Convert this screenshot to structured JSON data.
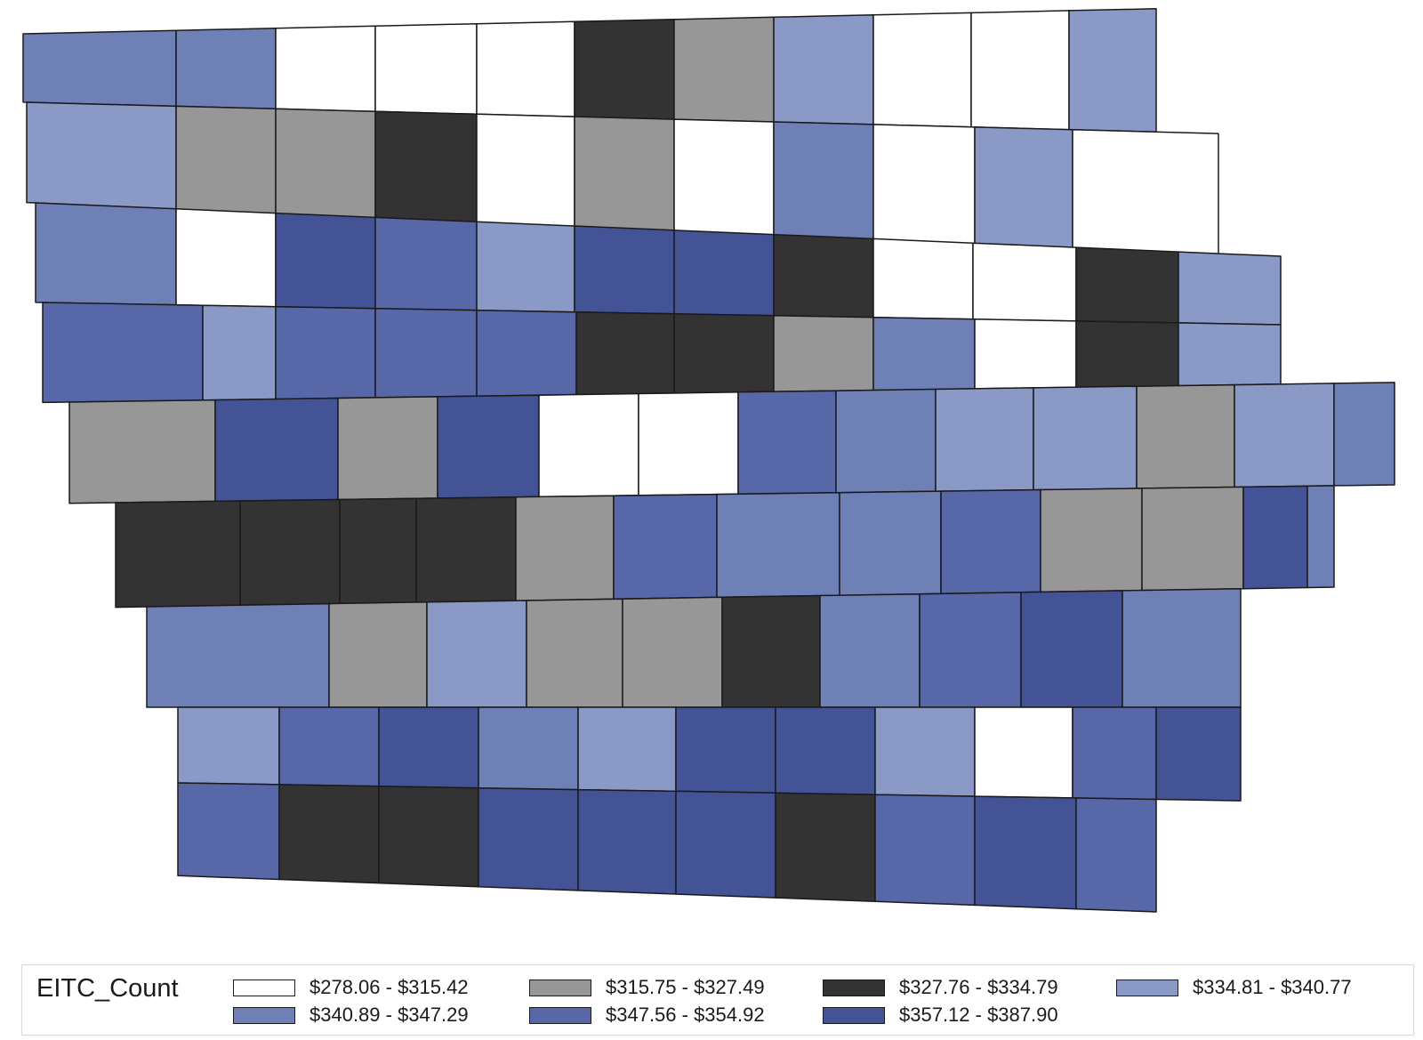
{
  "legend": {
    "title": "EITC_Count",
    "classes": [
      {
        "label": "$278.06 - $315.42",
        "color": "#ffffff"
      },
      {
        "label": "$315.75 - $327.49",
        "color": "#979797"
      },
      {
        "label": "$327.76 - $334.79",
        "color": "#333333"
      },
      {
        "label": "$334.81 - $340.77",
        "color": "#8b99c6"
      },
      {
        "label": "$340.89 - $347.29",
        "color": "#6e80b6"
      },
      {
        "label": "$347.56 - $354.92",
        "color": "#5867a8"
      },
      {
        "label": "$357.12 - $387.90",
        "color": "#435396"
      }
    ]
  },
  "map": {
    "counties": [
      {
        "row": 1,
        "cells": [
          4,
          4,
          0,
          0,
          0,
          2,
          1,
          3,
          0,
          0,
          3
        ]
      },
      {
        "row": 2,
        "cells": [
          3,
          1,
          1,
          2,
          0,
          1,
          0,
          4,
          0,
          3,
          0
        ]
      },
      {
        "row": 3,
        "cells": [
          4,
          0,
          6,
          5,
          3,
          6,
          6,
          2,
          0,
          0,
          2,
          3
        ]
      },
      {
        "row": 4,
        "cells": [
          5,
          3,
          5,
          5,
          5,
          2,
          2,
          1,
          4,
          0,
          2,
          3
        ]
      },
      {
        "row": 5,
        "cells": [
          1,
          6,
          1,
          6,
          0,
          0,
          5,
          4,
          3,
          3,
          1,
          3,
          4
        ]
      },
      {
        "row": 6,
        "cells": [
          2,
          2,
          2,
          2,
          1,
          5,
          4,
          4,
          5,
          1,
          1,
          6,
          4
        ]
      },
      {
        "row": 7,
        "cells": [
          4,
          1,
          3,
          1,
          1,
          2,
          4,
          5,
          6,
          4
        ]
      },
      {
        "row": 8,
        "cells": [
          3,
          5,
          6,
          4,
          3,
          6,
          6,
          3,
          0,
          5,
          6
        ]
      },
      {
        "row": 9,
        "cells": [
          5,
          2,
          2,
          6,
          6,
          6,
          2,
          5,
          6,
          5
        ]
      }
    ]
  }
}
